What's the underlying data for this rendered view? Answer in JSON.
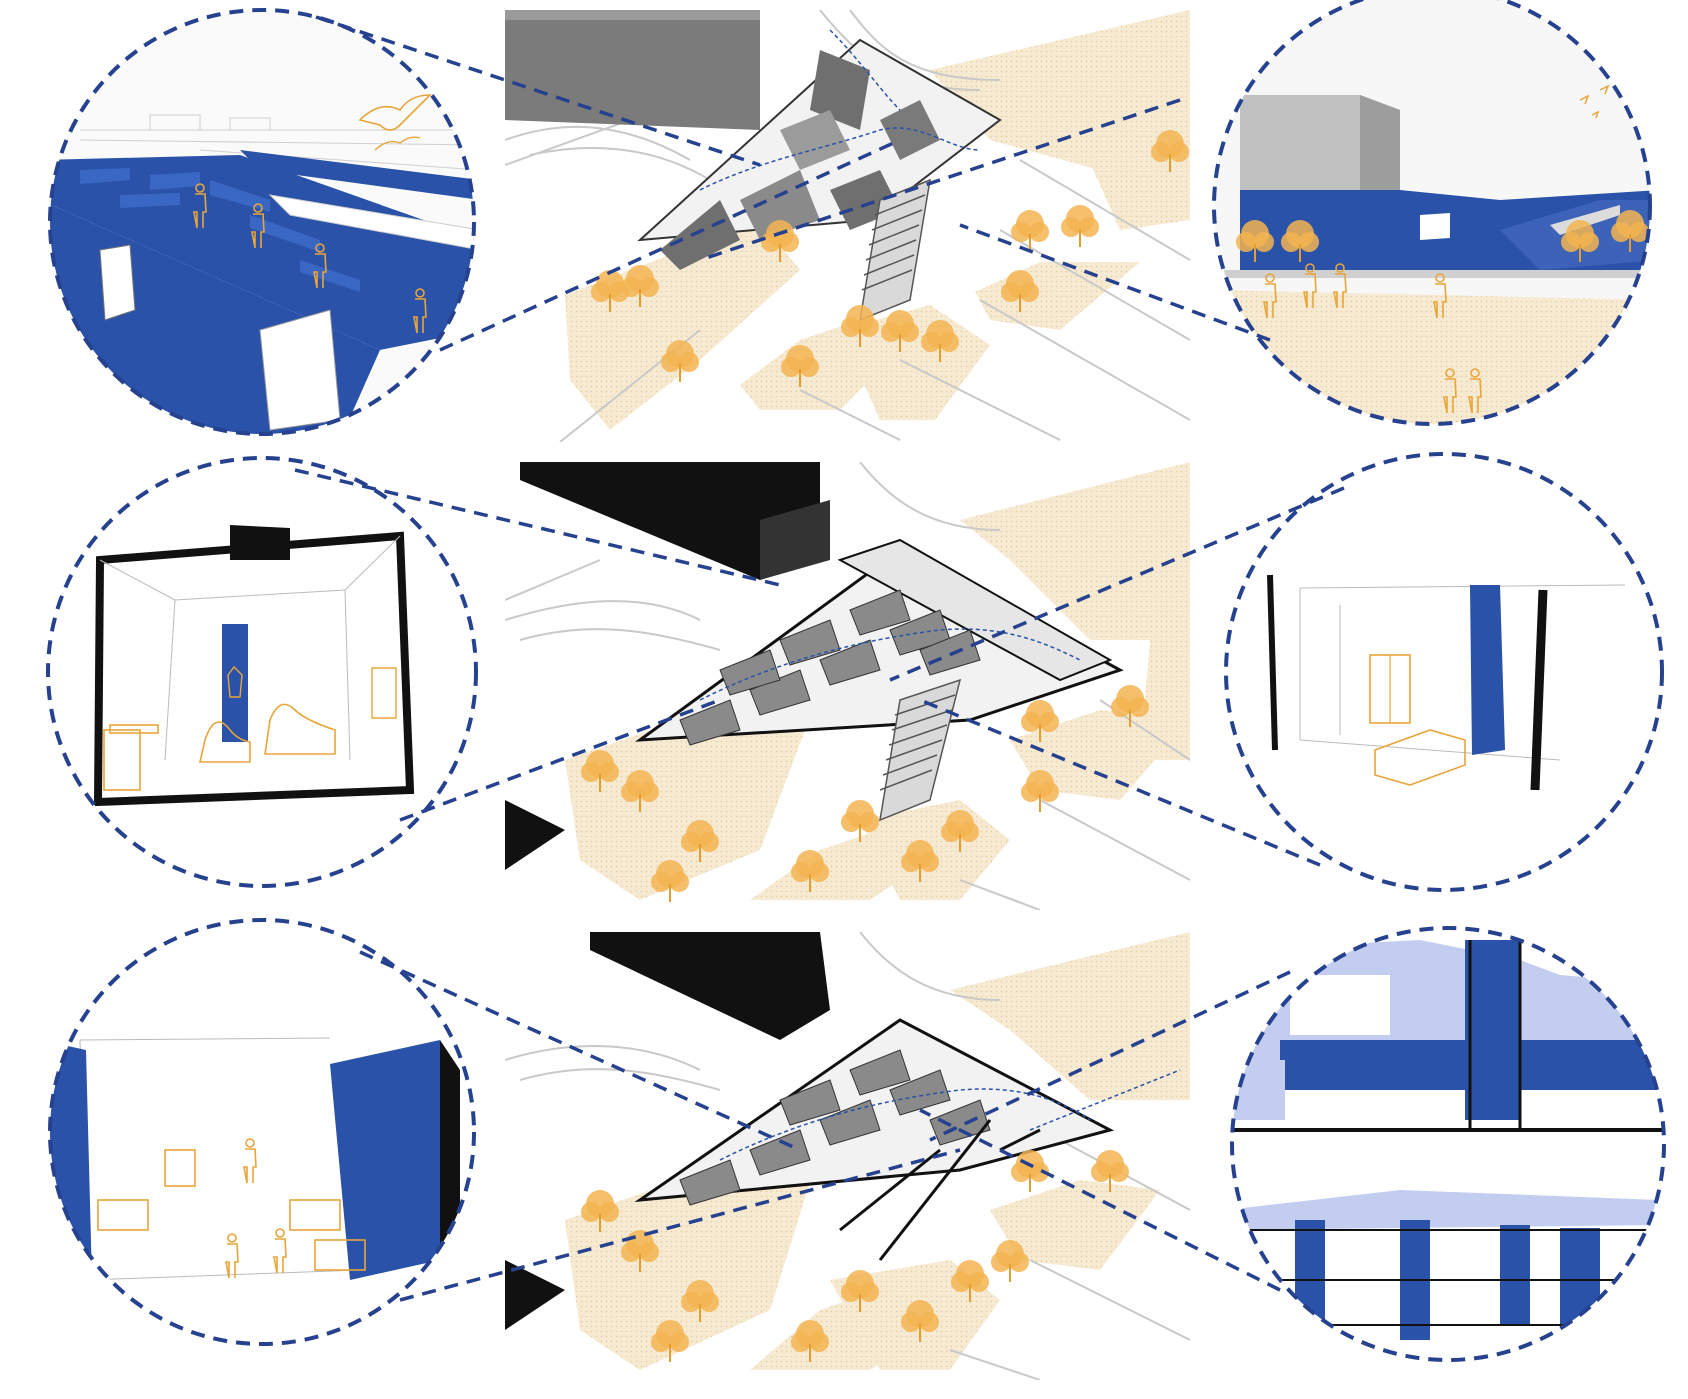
{
  "figure": {
    "kind": "architectural-axonometric-with-zoom-callouts",
    "rows": [
      {
        "id": "row-1",
        "plan": "axonometric-site-plan-roof-level",
        "callouts": [
          {
            "side": "left",
            "content": "blue-roof-terrace-perspective"
          },
          {
            "side": "right",
            "content": "street-elevation-perspective"
          }
        ]
      },
      {
        "id": "row-2",
        "plan": "axonometric-site-plan-interior-level",
        "callouts": [
          {
            "side": "left",
            "content": "interior-room-with-figures"
          },
          {
            "side": "right",
            "content": "bedroom-interior"
          }
        ]
      },
      {
        "id": "row-3",
        "plan": "axonometric-site-plan-workshop-level",
        "callouts": [
          {
            "side": "left",
            "content": "sewing-workshop-interior"
          },
          {
            "side": "right",
            "content": "building-sections"
          }
        ]
      }
    ]
  },
  "colors": {
    "accent_blue": "#2a52a8",
    "dash_blue": "#26428f",
    "tree_orange": "#f3b451",
    "ground_tan": "#f6e8cd",
    "dark_mass": "#111111",
    "grey_mass": "#7b7b7b",
    "line_grey": "#c9c9c9",
    "figure_orange": "#e8a53a"
  },
  "icons": {
    "tree": "tree-icon",
    "person": "person-figure-icon",
    "bird": "bird-icon",
    "wardrobe": "wardrobe-icon",
    "bed": "bed-icon",
    "north_arrow": "north-arrow-icon"
  }
}
